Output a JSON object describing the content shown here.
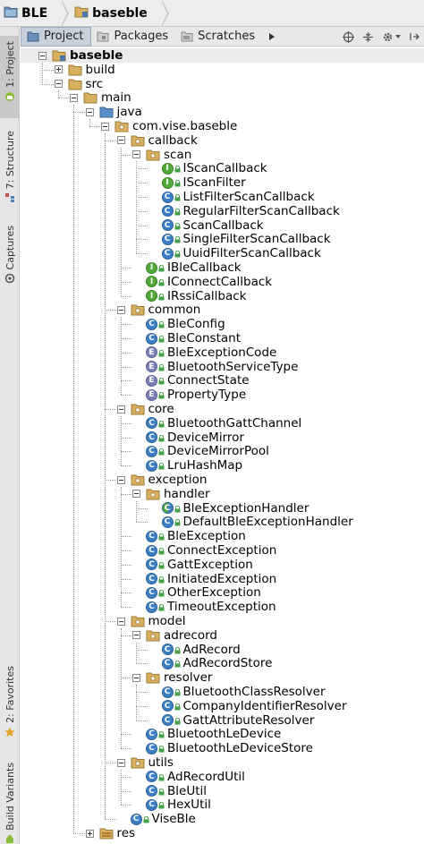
{
  "breadcrumb": [
    {
      "label": "BLE"
    },
    {
      "label": "baseble"
    }
  ],
  "tool_window": {
    "tabs": [
      {
        "label": "Project",
        "active": true
      },
      {
        "label": "Packages",
        "active": false
      },
      {
        "label": "Scratches",
        "active": false
      }
    ]
  },
  "left_strip": {
    "tabs": [
      "1: Project",
      "7: Structure",
      "Captures",
      "2: Favorites",
      "Build Variants"
    ]
  },
  "tree": [
    {
      "depth": 0,
      "label": "baseble",
      "icon": "module-folder",
      "toggle": "minus",
      "bold": true
    },
    {
      "depth": 1,
      "label": "build",
      "icon": "folder",
      "toggle": "plus"
    },
    {
      "depth": 1,
      "label": "src",
      "icon": "folder",
      "toggle": "minus"
    },
    {
      "depth": 2,
      "label": "main",
      "icon": "folder",
      "toggle": "minus"
    },
    {
      "depth": 3,
      "label": "java",
      "icon": "source-folder",
      "toggle": "minus"
    },
    {
      "depth": 4,
      "label": "com.vise.baseble",
      "icon": "package",
      "toggle": "minus"
    },
    {
      "depth": 5,
      "label": "callback",
      "icon": "package",
      "toggle": "minus"
    },
    {
      "depth": 6,
      "label": "scan",
      "icon": "package",
      "toggle": "minus"
    },
    {
      "depth": 7,
      "label": "IScanCallback",
      "icon": "interface"
    },
    {
      "depth": 7,
      "label": "IScanFilter",
      "icon": "interface"
    },
    {
      "depth": 7,
      "label": "ListFilterScanCallback",
      "icon": "class"
    },
    {
      "depth": 7,
      "label": "RegularFilterScanCallback",
      "icon": "class"
    },
    {
      "depth": 7,
      "label": "ScanCallback",
      "icon": "class"
    },
    {
      "depth": 7,
      "label": "SingleFilterScanCallback",
      "icon": "class"
    },
    {
      "depth": 7,
      "label": "UuidFilterScanCallback",
      "icon": "class"
    },
    {
      "depth": 6,
      "label": "IBleCallback",
      "icon": "interface"
    },
    {
      "depth": 6,
      "label": "IConnectCallback",
      "icon": "interface"
    },
    {
      "depth": 6,
      "label": "IRssiCallback",
      "icon": "interface"
    },
    {
      "depth": 5,
      "label": "common",
      "icon": "package",
      "toggle": "minus"
    },
    {
      "depth": 6,
      "label": "BleConfig",
      "icon": "class"
    },
    {
      "depth": 6,
      "label": "BleConstant",
      "icon": "class"
    },
    {
      "depth": 6,
      "label": "BleExceptionCode",
      "icon": "enum"
    },
    {
      "depth": 6,
      "label": "BluetoothServiceType",
      "icon": "enum"
    },
    {
      "depth": 6,
      "label": "ConnectState",
      "icon": "enum"
    },
    {
      "depth": 6,
      "label": "PropertyType",
      "icon": "enum"
    },
    {
      "depth": 5,
      "label": "core",
      "icon": "package",
      "toggle": "minus"
    },
    {
      "depth": 6,
      "label": "BluetoothGattChannel",
      "icon": "class"
    },
    {
      "depth": 6,
      "label": "DeviceMirror",
      "icon": "class"
    },
    {
      "depth": 6,
      "label": "DeviceMirrorPool",
      "icon": "class"
    },
    {
      "depth": 6,
      "label": "LruHashMap",
      "icon": "class"
    },
    {
      "depth": 5,
      "label": "exception",
      "icon": "package",
      "toggle": "minus"
    },
    {
      "depth": 6,
      "label": "handler",
      "icon": "package",
      "toggle": "minus"
    },
    {
      "depth": 7,
      "label": "BleExceptionHandler",
      "icon": "abstract-class"
    },
    {
      "depth": 7,
      "label": "DefaultBleExceptionHandler",
      "icon": "class"
    },
    {
      "depth": 6,
      "label": "BleException",
      "icon": "class"
    },
    {
      "depth": 6,
      "label": "ConnectException",
      "icon": "class"
    },
    {
      "depth": 6,
      "label": "GattException",
      "icon": "class"
    },
    {
      "depth": 6,
      "label": "InitiatedException",
      "icon": "class"
    },
    {
      "depth": 6,
      "label": "OtherException",
      "icon": "class"
    },
    {
      "depth": 6,
      "label": "TimeoutException",
      "icon": "class"
    },
    {
      "depth": 5,
      "label": "model",
      "icon": "package",
      "toggle": "minus"
    },
    {
      "depth": 6,
      "label": "adrecord",
      "icon": "package",
      "toggle": "minus"
    },
    {
      "depth": 7,
      "label": "AdRecord",
      "icon": "class"
    },
    {
      "depth": 7,
      "label": "AdRecordStore",
      "icon": "class"
    },
    {
      "depth": 6,
      "label": "resolver",
      "icon": "package",
      "toggle": "minus"
    },
    {
      "depth": 7,
      "label": "BluetoothClassResolver",
      "icon": "class"
    },
    {
      "depth": 7,
      "label": "CompanyIdentifierResolver",
      "icon": "class"
    },
    {
      "depth": 7,
      "label": "GattAttributeResolver",
      "icon": "class"
    },
    {
      "depth": 6,
      "label": "BluetoothLeDevice",
      "icon": "class"
    },
    {
      "depth": 6,
      "label": "BluetoothLeDeviceStore",
      "icon": "class"
    },
    {
      "depth": 5,
      "label": "utils",
      "icon": "package",
      "toggle": "minus"
    },
    {
      "depth": 6,
      "label": "AdRecordUtil",
      "icon": "class"
    },
    {
      "depth": 6,
      "label": "BleUtil",
      "icon": "class"
    },
    {
      "depth": 6,
      "label": "HexUtil",
      "icon": "class"
    },
    {
      "depth": 5,
      "label": "ViseBle",
      "icon": "class"
    },
    {
      "depth": 3,
      "label": "res",
      "icon": "res-folder",
      "toggle": "plus"
    }
  ],
  "colors": {
    "folder": "#d8b060",
    "source_folder": "#5b8fc9",
    "class_icon": "#3d7fc4",
    "interface_icon": "#53a83a",
    "enum_icon": "#7c7fb5",
    "lock_icon": "#43a047"
  }
}
